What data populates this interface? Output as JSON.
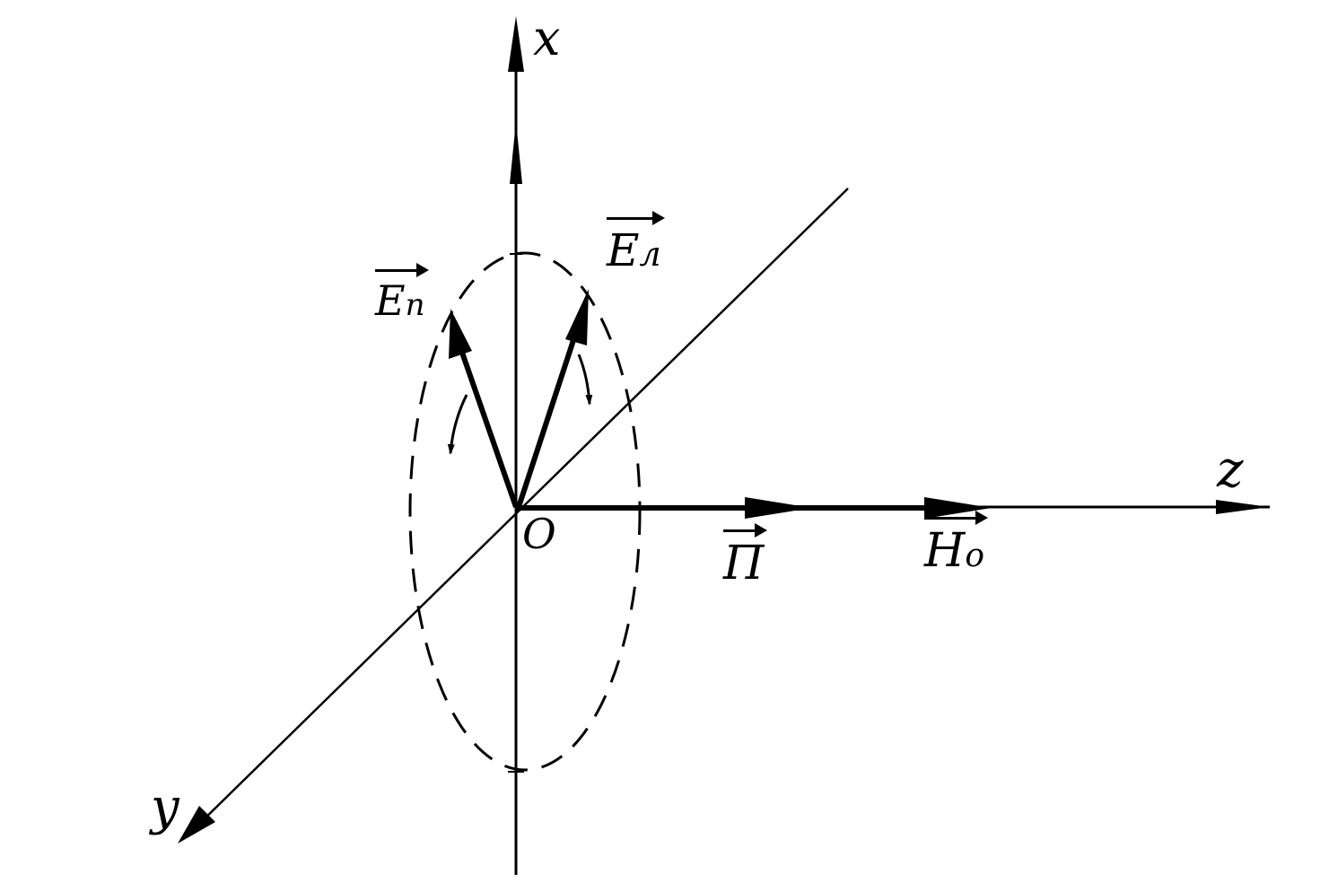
{
  "axes": {
    "x_label": "x",
    "y_label": "y",
    "z_label": "z",
    "origin_label": "O"
  },
  "vectors": {
    "e_right": {
      "base": "E",
      "sub": "п"
    },
    "e_left": {
      "base": "E",
      "sub": "л"
    },
    "poynting": {
      "base": "П",
      "sub": ""
    },
    "h0": {
      "base": "H",
      "sub": "o"
    }
  },
  "colors": {
    "ink": "#000000",
    "background": "#ffffff"
  }
}
